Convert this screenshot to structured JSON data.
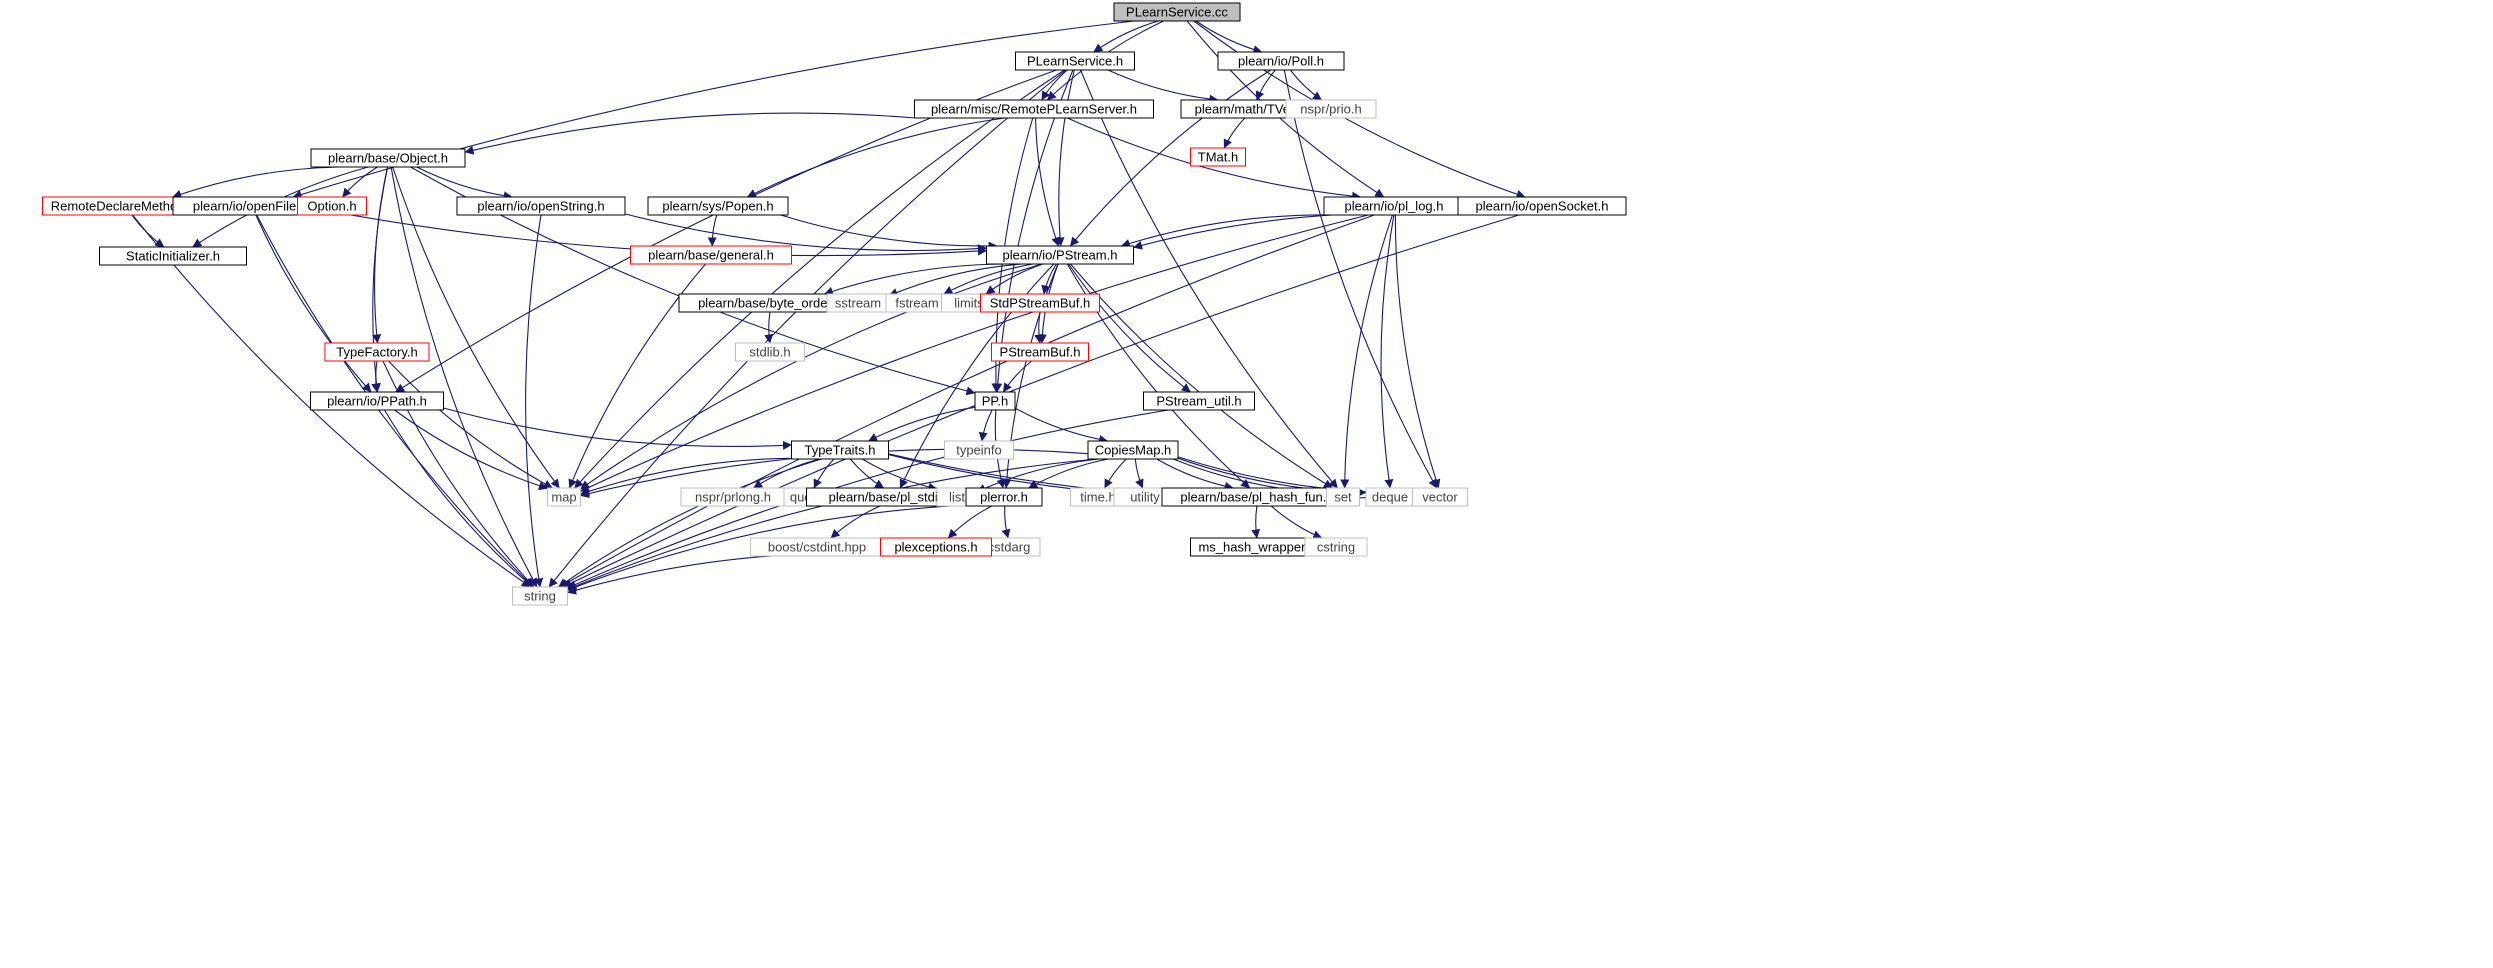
{
  "colors": {
    "edge": "#191970",
    "node_border": "#000000",
    "missing_border": "#ff0000",
    "system_border": "#bfbfbf",
    "root_fill": "#bfbfbf"
  },
  "nodes": [
    {
      "id": "PLearnService.cc",
      "label": "PLearnService.cc",
      "kind": "root"
    },
    {
      "id": "PLearnService.h",
      "label": "PLearnService.h",
      "kind": "file"
    },
    {
      "id": "plearn/io/Poll.h",
      "label": "plearn/io/Poll.h",
      "kind": "file"
    },
    {
      "id": "plearn/misc/RemotePLearnServer.h",
      "label": "plearn/misc/RemotePLearnServer.h",
      "kind": "file"
    },
    {
      "id": "plearn/math/TVec.h",
      "label": "plearn/math/TVec.h",
      "kind": "file"
    },
    {
      "id": "nspr/prio.h",
      "label": "nspr/prio.h",
      "kind": "system"
    },
    {
      "id": "TMat.h",
      "label": "TMat.h",
      "kind": "missing"
    },
    {
      "id": "plearn/base/Object.h",
      "label": "plearn/base/Object.h",
      "kind": "file"
    },
    {
      "id": "RemoteDeclareMethod.h",
      "label": "RemoteDeclareMethod.h",
      "kind": "missing"
    },
    {
      "id": "plearn/io/openFile.h",
      "label": "plearn/io/openFile.h",
      "kind": "file"
    },
    {
      "id": "Option.h",
      "label": "Option.h",
      "kind": "missing"
    },
    {
      "id": "plearn/io/openString.h",
      "label": "plearn/io/openString.h",
      "kind": "file"
    },
    {
      "id": "plearn/sys/Popen.h",
      "label": "plearn/sys/Popen.h",
      "kind": "file"
    },
    {
      "id": "plearn/io/pl_log.h",
      "label": "plearn/io/pl_log.h",
      "kind": "file"
    },
    {
      "id": "plearn/io/openSocket.h",
      "label": "plearn/io/openSocket.h",
      "kind": "file"
    },
    {
      "id": "StaticInitializer.h",
      "label": "StaticInitializer.h",
      "kind": "file"
    },
    {
      "id": "plearn/base/general.h",
      "label": "plearn/base/general.h",
      "kind": "missing"
    },
    {
      "id": "plearn/io/PStream.h",
      "label": "plearn/io/PStream.h",
      "kind": "file"
    },
    {
      "id": "plearn/base/byte_order.h",
      "label": "plearn/base/byte_order.h",
      "kind": "file"
    },
    {
      "id": "sstream",
      "label": "sstream",
      "kind": "system"
    },
    {
      "id": "fstream",
      "label": "fstream",
      "kind": "system"
    },
    {
      "id": "limits",
      "label": "limits",
      "kind": "system"
    },
    {
      "id": "StdPStreamBuf.h",
      "label": "StdPStreamBuf.h",
      "kind": "missing"
    },
    {
      "id": "stdlib.h",
      "label": "stdlib.h",
      "kind": "system"
    },
    {
      "id": "TypeFactory.h",
      "label": "TypeFactory.h",
      "kind": "missing"
    },
    {
      "id": "PStreamBuf.h",
      "label": "PStreamBuf.h",
      "kind": "missing"
    },
    {
      "id": "plearn/io/PPath.h",
      "label": "plearn/io/PPath.h",
      "kind": "file"
    },
    {
      "id": "PP.h",
      "label": "PP.h",
      "kind": "file"
    },
    {
      "id": "PStream_util.h",
      "label": "PStream_util.h",
      "kind": "file"
    },
    {
      "id": "typeinfo",
      "label": "typeinfo",
      "kind": "system"
    },
    {
      "id": "TypeTraits.h",
      "label": "TypeTraits.h",
      "kind": "file"
    },
    {
      "id": "CopiesMap.h",
      "label": "CopiesMap.h",
      "kind": "file"
    },
    {
      "id": "map",
      "label": "map",
      "kind": "system"
    },
    {
      "id": "nspr/prlong.h",
      "label": "nspr/prlong.h",
      "kind": "system"
    },
    {
      "id": "queue",
      "label": "queue",
      "kind": "system"
    },
    {
      "id": "plearn/base/pl_stdint.h",
      "label": "plearn/base/pl_stdint.h",
      "kind": "file"
    },
    {
      "id": "list",
      "label": "list",
      "kind": "system"
    },
    {
      "id": "plerror.h",
      "label": "plerror.h",
      "kind": "file"
    },
    {
      "id": "time.h",
      "label": "time.h",
      "kind": "system"
    },
    {
      "id": "utility",
      "label": "utility",
      "kind": "system"
    },
    {
      "id": "plearn/base/pl_hash_fun.h",
      "label": "plearn/base/pl_hash_fun.h",
      "kind": "file"
    },
    {
      "id": "set",
      "label": "set",
      "kind": "system"
    },
    {
      "id": "deque",
      "label": "deque",
      "kind": "system"
    },
    {
      "id": "vector",
      "label": "vector",
      "kind": "system"
    },
    {
      "id": "boost/cstdint.hpp",
      "label": "boost/cstdint.hpp",
      "kind": "system"
    },
    {
      "id": "cstdarg",
      "label": "cstdarg",
      "kind": "system"
    },
    {
      "id": "plexceptions.h",
      "label": "plexceptions.h",
      "kind": "missing"
    },
    {
      "id": "ms_hash_wrapper.h",
      "label": "ms_hash_wrapper.h",
      "kind": "file"
    },
    {
      "id": "cstring",
      "label": "cstring",
      "kind": "system"
    },
    {
      "id": "string",
      "label": "string",
      "kind": "system"
    }
  ],
  "edges": [
    [
      "PLearnService.cc",
      "PLearnService.h"
    ],
    [
      "PLearnService.cc",
      "plearn/io/Poll.h"
    ],
    [
      "PLearnService.cc",
      "plearn/misc/RemotePLearnServer.h"
    ],
    [
      "PLearnService.cc",
      "plearn/io/openFile.h"
    ],
    [
      "PLearnService.cc",
      "plearn/io/pl_log.h"
    ],
    [
      "PLearnService.cc",
      "plearn/io/openSocket.h"
    ],
    [
      "PLearnService.h",
      "plearn/misc/RemotePLearnServer.h"
    ],
    [
      "PLearnService.h",
      "plearn/math/TVec.h"
    ],
    [
      "PLearnService.h",
      "plearn/io/PStream.h"
    ],
    [
      "PLearnService.h",
      "plearn/io/PPath.h"
    ],
    [
      "PLearnService.h",
      "PP.h"
    ],
    [
      "PLearnService.h",
      "map"
    ],
    [
      "PLearnService.h",
      "set"
    ],
    [
      "PLearnService.h",
      "string"
    ],
    [
      "plearn/io/Poll.h",
      "plearn/math/TVec.h"
    ],
    [
      "plearn/io/Poll.h",
      "nspr/prio.h"
    ],
    [
      "plearn/io/Poll.h",
      "plearn/io/PStream.h"
    ],
    [
      "plearn/io/Poll.h",
      "vector"
    ],
    [
      "plearn/math/TVec.h",
      "TMat.h"
    ],
    [
      "plearn/misc/RemotePLearnServer.h",
      "plearn/base/Object.h"
    ],
    [
      "plearn/misc/RemotePLearnServer.h",
      "plearn/sys/Popen.h"
    ],
    [
      "plearn/misc/RemotePLearnServer.h",
      "plearn/io/pl_log.h"
    ],
    [
      "plearn/misc/RemotePLearnServer.h",
      "plearn/io/PStream.h"
    ],
    [
      "plearn/misc/RemotePLearnServer.h",
      "PP.h"
    ],
    [
      "plearn/base/Object.h",
      "RemoteDeclareMethod.h"
    ],
    [
      "plearn/base/Object.h",
      "StaticInitializer.h"
    ],
    [
      "plearn/base/Object.h",
      "Option.h"
    ],
    [
      "plearn/base/Object.h",
      "plearn/io/openString.h"
    ],
    [
      "plearn/base/Object.h",
      "TypeFactory.h"
    ],
    [
      "plearn/base/Object.h",
      "plearn/io/PPath.h"
    ],
    [
      "plearn/base/Object.h",
      "PP.h"
    ],
    [
      "plearn/base/Object.h",
      "map"
    ],
    [
      "plearn/base/Object.h",
      "string"
    ],
    [
      "RemoteDeclareMethod.h",
      "StaticInitializer.h"
    ],
    [
      "RemoteDeclareMethod.h",
      "string"
    ],
    [
      "plearn/io/openFile.h",
      "plearn/io/PStream.h"
    ],
    [
      "plearn/io/openFile.h",
      "plearn/io/PPath.h"
    ],
    [
      "plearn/io/openFile.h",
      "string"
    ],
    [
      "plearn/io/openString.h",
      "plearn/io/PStream.h"
    ],
    [
      "plearn/io/openString.h",
      "string"
    ],
    [
      "plearn/sys/Popen.h",
      "plearn/base/general.h"
    ],
    [
      "plearn/sys/Popen.h",
      "plearn/io/PStream.h"
    ],
    [
      "plearn/base/general.h",
      "map"
    ],
    [
      "plearn/io/pl_log.h",
      "plearn/io/PStream.h"
    ],
    [
      "plearn/io/pl_log.h",
      "map"
    ],
    [
      "plearn/io/pl_log.h",
      "set"
    ],
    [
      "plearn/io/pl_log.h",
      "deque"
    ],
    [
      "plearn/io/pl_log.h",
      "vector"
    ],
    [
      "plearn/io/pl_log.h",
      "string"
    ],
    [
      "plearn/io/openSocket.h",
      "plearn/io/PStream.h"
    ],
    [
      "plearn/io/openSocket.h",
      "string"
    ],
    [
      "plearn/io/PStream.h",
      "plearn/base/byte_order.h"
    ],
    [
      "plearn/io/PStream.h",
      "sstream"
    ],
    [
      "plearn/io/PStream.h",
      "fstream"
    ],
    [
      "plearn/io/PStream.h",
      "limits"
    ],
    [
      "plearn/io/PStream.h",
      "StdPStreamBuf.h"
    ],
    [
      "plearn/io/PStream.h",
      "PStreamBuf.h"
    ],
    [
      "plearn/io/PStream.h",
      "PStream_util.h"
    ],
    [
      "plearn/io/PStream.h",
      "plearn/base/pl_stdint.h"
    ],
    [
      "plearn/io/PStream.h",
      "plerror.h"
    ],
    [
      "plearn/io/PStream.h",
      "plearn/base/pl_hash_fun.h"
    ],
    [
      "plearn/io/PStream.h",
      "set"
    ],
    [
      "plearn/io/PStream.h",
      "map"
    ],
    [
      "plearn/base/byte_order.h",
      "stdlib.h"
    ],
    [
      "StdPStreamBuf.h",
      "PStreamBuf.h"
    ],
    [
      "PStreamBuf.h",
      "PP.h"
    ],
    [
      "TypeFactory.h",
      "plearn/io/PPath.h"
    ],
    [
      "TypeFactory.h",
      "map"
    ],
    [
      "TypeFactory.h",
      "string"
    ],
    [
      "plearn/io/PPath.h",
      "TypeTraits.h"
    ],
    [
      "plearn/io/PPath.h",
      "map"
    ],
    [
      "plearn/io/PPath.h",
      "string"
    ],
    [
      "PP.h",
      "typeinfo"
    ],
    [
      "PP.h",
      "TypeTraits.h"
    ],
    [
      "PP.h",
      "CopiesMap.h"
    ],
    [
      "PP.h",
      "plerror.h"
    ],
    [
      "PStream_util.h",
      "string"
    ],
    [
      "TypeTraits.h",
      "map"
    ],
    [
      "TypeTraits.h",
      "nspr/prlong.h"
    ],
    [
      "TypeTraits.h",
      "queue"
    ],
    [
      "TypeTraits.h",
      "plearn/base/pl_stdint.h"
    ],
    [
      "TypeTraits.h",
      "list"
    ],
    [
      "TypeTraits.h",
      "set"
    ],
    [
      "TypeTraits.h",
      "vector"
    ],
    [
      "TypeTraits.h",
      "string"
    ],
    [
      "CopiesMap.h",
      "map"
    ],
    [
      "CopiesMap.h",
      "list"
    ],
    [
      "CopiesMap.h",
      "plerror.h"
    ],
    [
      "CopiesMap.h",
      "time.h"
    ],
    [
      "CopiesMap.h",
      "utility"
    ],
    [
      "CopiesMap.h",
      "plearn/base/pl_hash_fun.h"
    ],
    [
      "CopiesMap.h",
      "set"
    ],
    [
      "CopiesMap.h",
      "deque"
    ],
    [
      "CopiesMap.h",
      "vector"
    ],
    [
      "CopiesMap.h",
      "string"
    ],
    [
      "plearn/base/pl_stdint.h",
      "boost/cstdint.hpp"
    ],
    [
      "plerror.h",
      "cstdarg"
    ],
    [
      "plerror.h",
      "plexceptions.h"
    ],
    [
      "plerror.h",
      "string"
    ],
    [
      "plexceptions.h",
      "string"
    ],
    [
      "plearn/base/pl_hash_fun.h",
      "ms_hash_wrapper.h"
    ],
    [
      "plearn/base/pl_hash_fun.h",
      "cstring"
    ]
  ]
}
